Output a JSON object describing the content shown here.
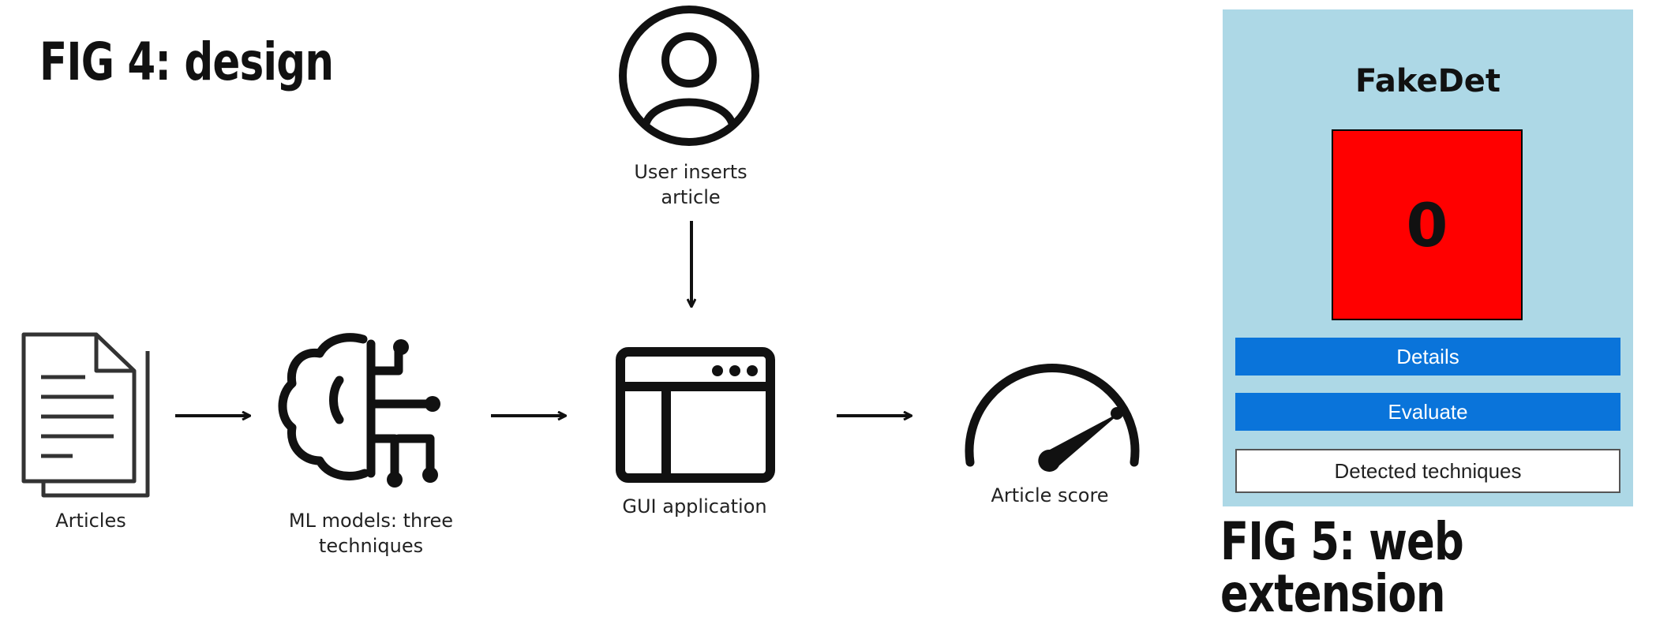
{
  "figures": {
    "fig4_title": "FIG 4: design",
    "fig5_title": "FIG 5: web extension"
  },
  "diagram": {
    "nodes": [
      {
        "id": "articles",
        "label": "Articles",
        "icon": "document-icon"
      },
      {
        "id": "ml",
        "label": "ML models: three\ntechniques",
        "icon": "brain-circuit-icon"
      },
      {
        "id": "gui",
        "label": "GUI application",
        "icon": "browser-window-icon"
      },
      {
        "id": "user",
        "label": "User inserts\narticle",
        "icon": "user-icon"
      },
      {
        "id": "score",
        "label": "Article score",
        "icon": "speedometer-icon"
      }
    ],
    "edges": [
      {
        "from": "articles",
        "to": "ml"
      },
      {
        "from": "ml",
        "to": "gui"
      },
      {
        "from": "gui",
        "to": "score"
      },
      {
        "from": "user",
        "to": "gui"
      }
    ]
  },
  "extension": {
    "title": "FakeDet",
    "score": "0",
    "score_color": "#ff0000",
    "panel_color": "#add8e6",
    "button_color": "#0a74da",
    "buttons": {
      "details": "Details",
      "evaluate": "Evaluate",
      "detected_techniques": "Detected techniques"
    }
  }
}
